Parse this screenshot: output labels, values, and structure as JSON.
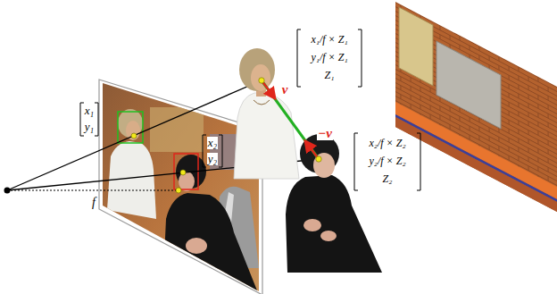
{
  "diagram": {
    "labels": [
      "x₁",
      "y₁",
      "x₂",
      "y₂",
      "f",
      "v",
      "−v",
      "x₁/f × Z₁",
      "y₁/f × Z₁",
      "Z₁",
      "x₂/f × Z₂",
      "y₂/f × Z₂",
      "Z₂"
    ]
  }
}
